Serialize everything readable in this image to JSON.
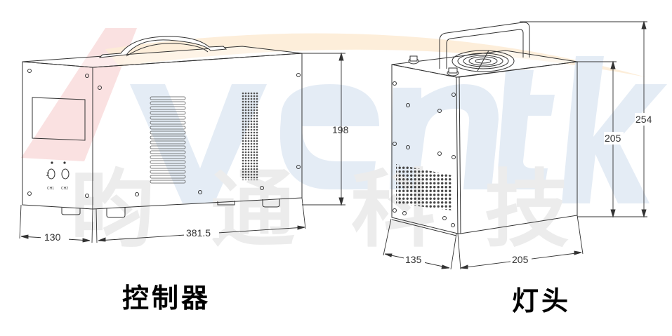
{
  "watermark": {
    "brand": "AVENTK",
    "chinese": [
      "昀",
      "通",
      "科",
      "技"
    ],
    "colors": {
      "red": "#f8d8d8",
      "orange": "#fdebd5",
      "blue": "#e3ebf4",
      "gray": "#ececec"
    }
  },
  "controller": {
    "caption": "控制器",
    "dimensions": {
      "depth": "130",
      "width": "381.5",
      "height": "198"
    },
    "front_panel": {
      "ch1_label": "CH1",
      "ch2_label": "CH2"
    }
  },
  "lamp_head": {
    "caption": "灯头",
    "dimensions": {
      "depth": "135",
      "width": "205",
      "body_height": "205",
      "total_height": "254"
    }
  }
}
